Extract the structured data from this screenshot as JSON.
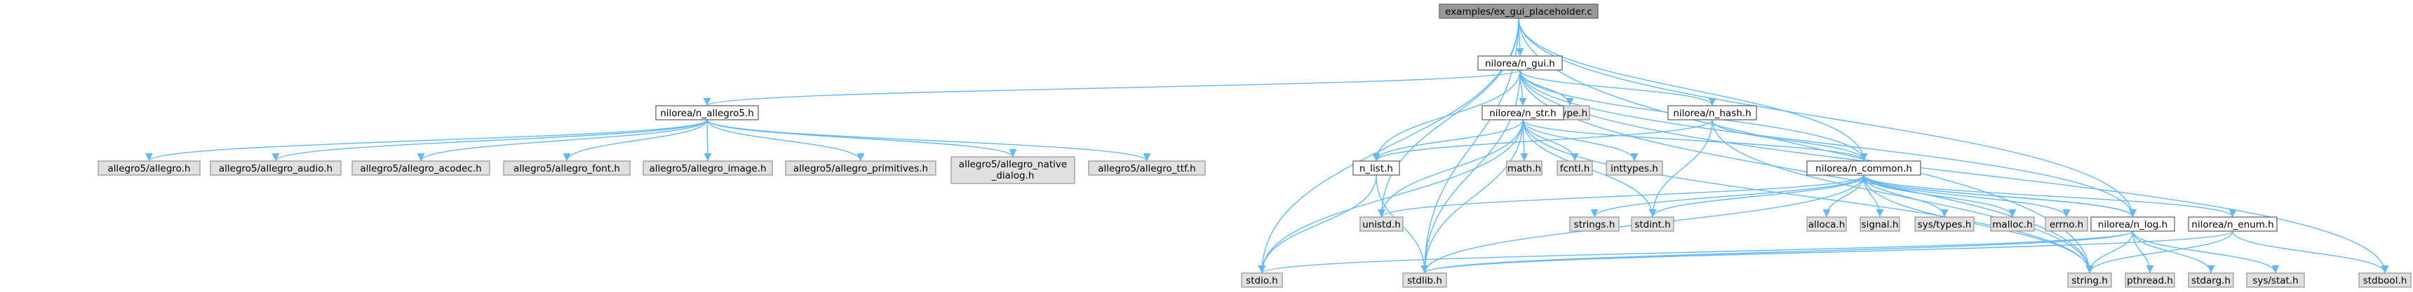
{
  "colors": {
    "edge": "#63b8ff",
    "root_fill": "#999999",
    "local_fill": "#ffffff",
    "system_fill": "#e0e0e0",
    "border": "#666666"
  },
  "nodes": [
    {
      "id": "root",
      "label": "examples/ex_gui_placeholder.c",
      "kind": "root"
    },
    {
      "id": "gui",
      "label": "nilorea/n_gui.h",
      "kind": "local"
    },
    {
      "id": "allegro5",
      "label": "nilorea/n_allegro5.h",
      "kind": "local"
    },
    {
      "id": "ctype",
      "label": "ctype.h",
      "kind": "system"
    },
    {
      "id": "str",
      "label": "nilorea/n_str.h",
      "kind": "local"
    },
    {
      "id": "hash",
      "label": "nilorea/n_hash.h",
      "kind": "local"
    },
    {
      "id": "a5_allegro",
      "label": "allegro5/allegro.h",
      "kind": "system"
    },
    {
      "id": "a5_audio",
      "label": "allegro5/allegro_audio.h",
      "kind": "system"
    },
    {
      "id": "a5_acodec",
      "label": "allegro5/allegro_acodec.h",
      "kind": "system"
    },
    {
      "id": "a5_font",
      "label": "allegro5/allegro_font.h",
      "kind": "system"
    },
    {
      "id": "a5_image",
      "label": "allegro5/allegro_image.h",
      "kind": "system"
    },
    {
      "id": "a5_prim",
      "label": "allegro5/allegro_primitives.h",
      "kind": "system"
    },
    {
      "id": "a5_dialog",
      "label": "allegro5/allegro_native\n_dialog.h",
      "kind": "system"
    },
    {
      "id": "a5_ttf",
      "label": "allegro5/allegro_ttf.h",
      "kind": "system"
    },
    {
      "id": "math",
      "label": "math.h",
      "kind": "system"
    },
    {
      "id": "fcntl",
      "label": "fcntl.h",
      "kind": "system"
    },
    {
      "id": "inttypes",
      "label": "inttypes.h",
      "kind": "system"
    },
    {
      "id": "list",
      "label": "n_list.h",
      "kind": "local"
    },
    {
      "id": "common",
      "label": "nilorea/n_common.h",
      "kind": "local"
    },
    {
      "id": "unistd",
      "label": "unistd.h",
      "kind": "system"
    },
    {
      "id": "strings",
      "label": "strings.h",
      "kind": "system"
    },
    {
      "id": "stdint",
      "label": "stdint.h",
      "kind": "system"
    },
    {
      "id": "alloca",
      "label": "alloca.h",
      "kind": "system"
    },
    {
      "id": "signal",
      "label": "signal.h",
      "kind": "system"
    },
    {
      "id": "systypes",
      "label": "sys/types.h",
      "kind": "system"
    },
    {
      "id": "malloc",
      "label": "malloc.h",
      "kind": "system"
    },
    {
      "id": "errno",
      "label": "errno.h",
      "kind": "system"
    },
    {
      "id": "log",
      "label": "nilorea/n_log.h",
      "kind": "local"
    },
    {
      "id": "enum",
      "label": "nilorea/n_enum.h",
      "kind": "local"
    },
    {
      "id": "stdio",
      "label": "stdio.h",
      "kind": "system"
    },
    {
      "id": "stdlib",
      "label": "stdlib.h",
      "kind": "system"
    },
    {
      "id": "string",
      "label": "string.h",
      "kind": "system"
    },
    {
      "id": "pthread",
      "label": "pthread.h",
      "kind": "system"
    },
    {
      "id": "stdarg",
      "label": "stdarg.h",
      "kind": "system"
    },
    {
      "id": "sysstat",
      "label": "sys/stat.h",
      "kind": "system"
    },
    {
      "id": "stdbool",
      "label": "stdbool.h",
      "kind": "system"
    }
  ],
  "edges": [
    [
      "root",
      "gui"
    ],
    [
      "root",
      "common"
    ],
    [
      "root",
      "log"
    ],
    [
      "root",
      "unistd"
    ],
    [
      "root",
      "stdio"
    ],
    [
      "root",
      "stdlib"
    ],
    [
      "root",
      "string"
    ],
    [
      "gui",
      "allegro5"
    ],
    [
      "gui",
      "ctype"
    ],
    [
      "gui",
      "str"
    ],
    [
      "gui",
      "hash"
    ],
    [
      "gui",
      "list"
    ],
    [
      "gui",
      "common"
    ],
    [
      "gui",
      "log"
    ],
    [
      "gui",
      "stdlib"
    ],
    [
      "gui",
      "string"
    ],
    [
      "gui",
      "stdbool"
    ],
    [
      "allegro5",
      "a5_allegro"
    ],
    [
      "allegro5",
      "a5_audio"
    ],
    [
      "allegro5",
      "a5_acodec"
    ],
    [
      "allegro5",
      "a5_font"
    ],
    [
      "allegro5",
      "a5_image"
    ],
    [
      "allegro5",
      "a5_prim"
    ],
    [
      "allegro5",
      "a5_dialog"
    ],
    [
      "allegro5",
      "a5_ttf"
    ],
    [
      "str",
      "math"
    ],
    [
      "str",
      "fcntl"
    ],
    [
      "str",
      "inttypes"
    ],
    [
      "str",
      "list"
    ],
    [
      "str",
      "common"
    ],
    [
      "str",
      "unistd"
    ],
    [
      "str",
      "stdio"
    ],
    [
      "str",
      "stdlib"
    ],
    [
      "str",
      "string"
    ],
    [
      "str",
      "stdint"
    ],
    [
      "hash",
      "list"
    ],
    [
      "hash",
      "common"
    ],
    [
      "hash",
      "stdint"
    ],
    [
      "hash",
      "string"
    ],
    [
      "list",
      "stdio"
    ],
    [
      "list",
      "stdlib"
    ],
    [
      "common",
      "unistd"
    ],
    [
      "common",
      "strings"
    ],
    [
      "common",
      "stdint"
    ],
    [
      "common",
      "alloca"
    ],
    [
      "common",
      "signal"
    ],
    [
      "common",
      "systypes"
    ],
    [
      "common",
      "malloc"
    ],
    [
      "common",
      "errno"
    ],
    [
      "common",
      "log"
    ],
    [
      "common",
      "enum"
    ],
    [
      "common",
      "stdlib"
    ],
    [
      "common",
      "string"
    ],
    [
      "log",
      "common"
    ],
    [
      "log",
      "stdio"
    ],
    [
      "log",
      "stdlib"
    ],
    [
      "log",
      "string"
    ],
    [
      "log",
      "pthread"
    ],
    [
      "log",
      "stdarg"
    ],
    [
      "log",
      "sysstat"
    ],
    [
      "enum",
      "stdlib"
    ],
    [
      "enum",
      "string"
    ],
    [
      "enum",
      "stdbool"
    ]
  ]
}
